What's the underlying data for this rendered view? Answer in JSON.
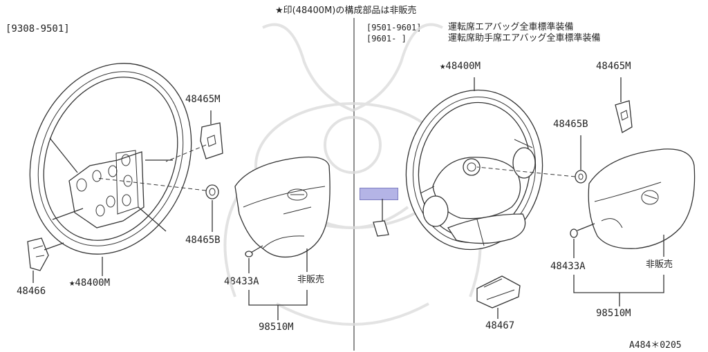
{
  "header": {
    "note": "★印(48400M)の構成部品は非販売",
    "left_range": "[9308-9501]",
    "right_range_1": "[9501-9601]",
    "right_note_1": "運転席エアバッグ全車標準装備",
    "right_range_2": "[9601-     ]",
    "right_note_2": "運転席助手席エアバッグ全車標準装備"
  },
  "left_labels": {
    "wheel_cover": "48465M",
    "nut": "48465B",
    "wheel": "★48400M",
    "bracket": "48466",
    "bolt": "48433A",
    "not_sold": "非販売",
    "airbag_assy": "98510M"
  },
  "right_labels": {
    "wheel": "★48400M",
    "cover": "48465M",
    "nut": "48465B",
    "bolt": "48433A",
    "not_sold": "非販売",
    "airbag_assy": "98510M",
    "lower_cover": "48467"
  },
  "footer": {
    "diagram_code": "A484＊0205"
  }
}
